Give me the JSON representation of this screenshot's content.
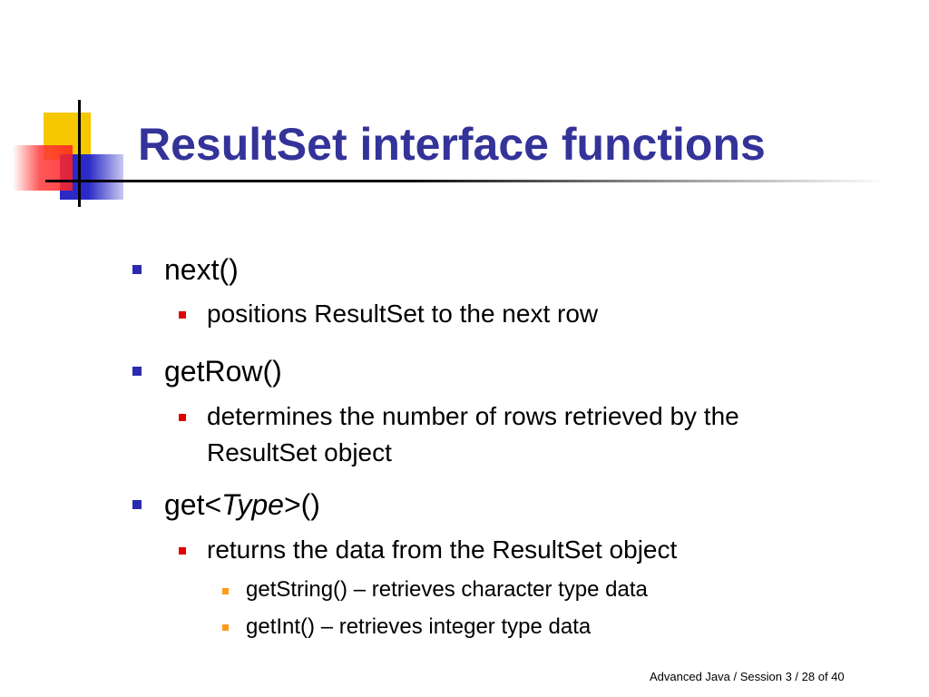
{
  "slide": {
    "title": "ResultSet interface functions",
    "bullets": [
      {
        "text": "next()",
        "sub": [
          {
            "text": "positions ResultSet to the next row"
          }
        ]
      },
      {
        "text": "getRow()",
        "sub": [
          {
            "text_line1": "determines the number of rows retrieved by the",
            "text_line2": "ResultSet object"
          }
        ]
      },
      {
        "text_prefix": "get<",
        "text_italic": "Type",
        "text_suffix": ">()",
        "sub": [
          {
            "text": "returns the data from the ResultSet object",
            "sub": [
              {
                "text": "getString() – retrieves character type data"
              },
              {
                "text": "getInt() – retrieves integer type data"
              }
            ]
          }
        ]
      }
    ],
    "footer": "Advanced Java / Session 3 /  28 of 40"
  },
  "colors": {
    "title": "#333399",
    "bullet_level1": "#2b2bb0",
    "bullet_level2": "#e00000",
    "bullet_level3": "#ff9a1a"
  }
}
